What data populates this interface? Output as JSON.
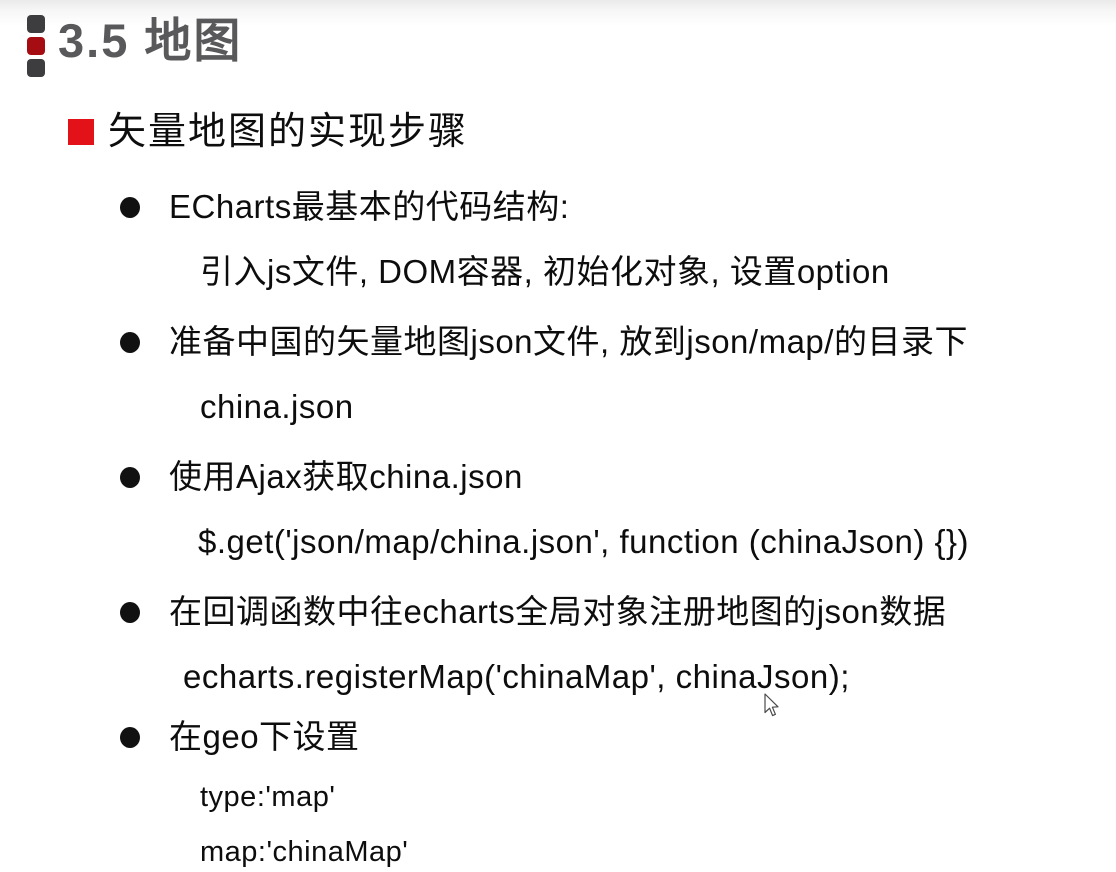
{
  "slide": {
    "title": "3.5 地图",
    "section_heading": "矢量地图的实现步骤",
    "bullets": [
      {
        "label": "ECharts最基本的代码结构:",
        "sub": [
          "引入js文件, DOM容器, 初始化对象, 设置option"
        ]
      },
      {
        "label": "准备中国的矢量地图json文件, 放到json/map/的目录下",
        "sub": [
          "china.json"
        ]
      },
      {
        "label": "使用Ajax获取china.json",
        "sub": [
          "$.get('json/map/china.json', function (chinaJson) {})"
        ]
      },
      {
        "label": "在回调函数中往echarts全局对象注册地图的json数据",
        "sub": [
          "echarts.registerMap('chinaMap', chinaJson);"
        ]
      },
      {
        "label": "在geo下设置",
        "sub": [
          "type:'map'",
          "map:'chinaMap'"
        ]
      }
    ],
    "colors": {
      "title_gray": "#59595b",
      "marker_dark_gray": "#3d3d3f",
      "marker_dark_red": "#a50d12",
      "accent_red": "#e31219",
      "body_text": "#0d0d0d"
    }
  }
}
